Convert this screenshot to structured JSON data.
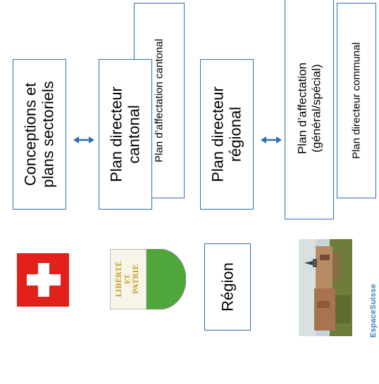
{
  "colors": {
    "box_border": "#2f6fae",
    "arrow": "#2f6fae",
    "flag_red": "#e2211c",
    "vaud_green": "#4fa73b",
    "brand": "#3d7fc0"
  },
  "federal": {
    "label_line1": "Conceptions et",
    "label_line2": "plans sectoriels",
    "emblem": "swiss-flag-icon"
  },
  "cantonal": {
    "main_line1": "Plan directeur",
    "main_line2": "cantonal",
    "back": "Plan d’affectation cantonal",
    "emblem": "vaud-coat-of-arms-icon",
    "motto_line1": "LIBERTÉ",
    "motto_line2": "ET",
    "motto_line3": "PATRIE"
  },
  "regional": {
    "main_line1": "Plan directeur",
    "main_line2": "régional",
    "region_label": "Région"
  },
  "communal": {
    "affectation_line1": "Plan d’affectation",
    "affectation_line2": "(général/spécial)",
    "directeur": "Plan directeur communal",
    "photo": "village-photo"
  },
  "brand": "EspaceSuisse"
}
